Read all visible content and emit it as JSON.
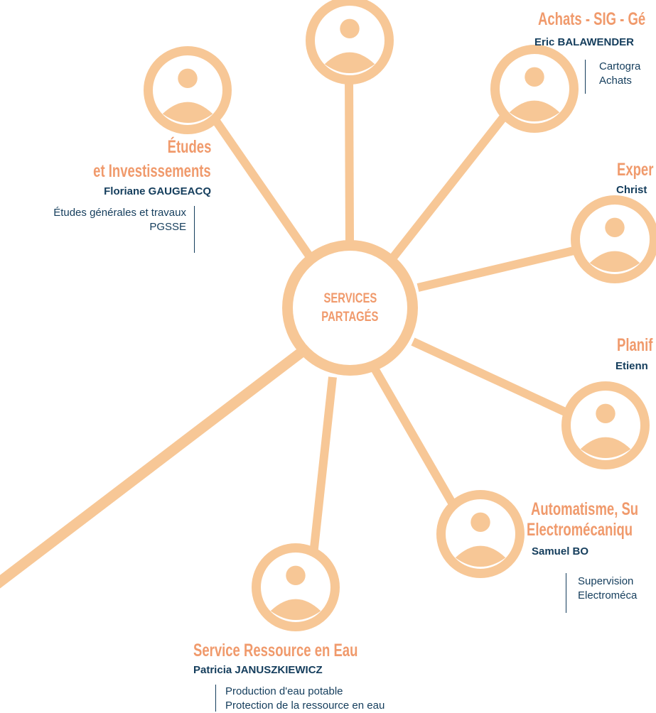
{
  "center": {
    "line1": "SERVICES",
    "line2": "PARTAGÉS"
  },
  "icon": "person-icon",
  "colors": {
    "accent": "#f7c796",
    "title": "#f09a6c",
    "text": "#143d5c"
  },
  "nodes": {
    "etudes": {
      "title_line1": "Études",
      "title_line2": "et Investissements",
      "manager": "Floriane GAUGEACQ",
      "tasks": [
        "Études générales et travaux",
        "PGSSE"
      ]
    },
    "achats": {
      "title": "Achats - SIG - Gé",
      "manager": "Eric BALAWENDER",
      "tasks": [
        "Cartogra",
        "Achats"
      ]
    },
    "expertise": {
      "title": "Exper",
      "manager": "Christ"
    },
    "planif": {
      "title": "Planif",
      "manager": "Etienn"
    },
    "automatisme": {
      "title_line1": "Automatisme, Su",
      "title_line2": "Electromécaniqu",
      "manager": "Samuel BO",
      "tasks": [
        "Supervision",
        "Electroméca"
      ]
    },
    "ressource": {
      "title": "Service Ressource en Eau",
      "manager": "Patricia JANUSZKIEWICZ",
      "tasks": [
        "Production d'eau potable",
        "Protection de la ressource en eau"
      ]
    }
  }
}
